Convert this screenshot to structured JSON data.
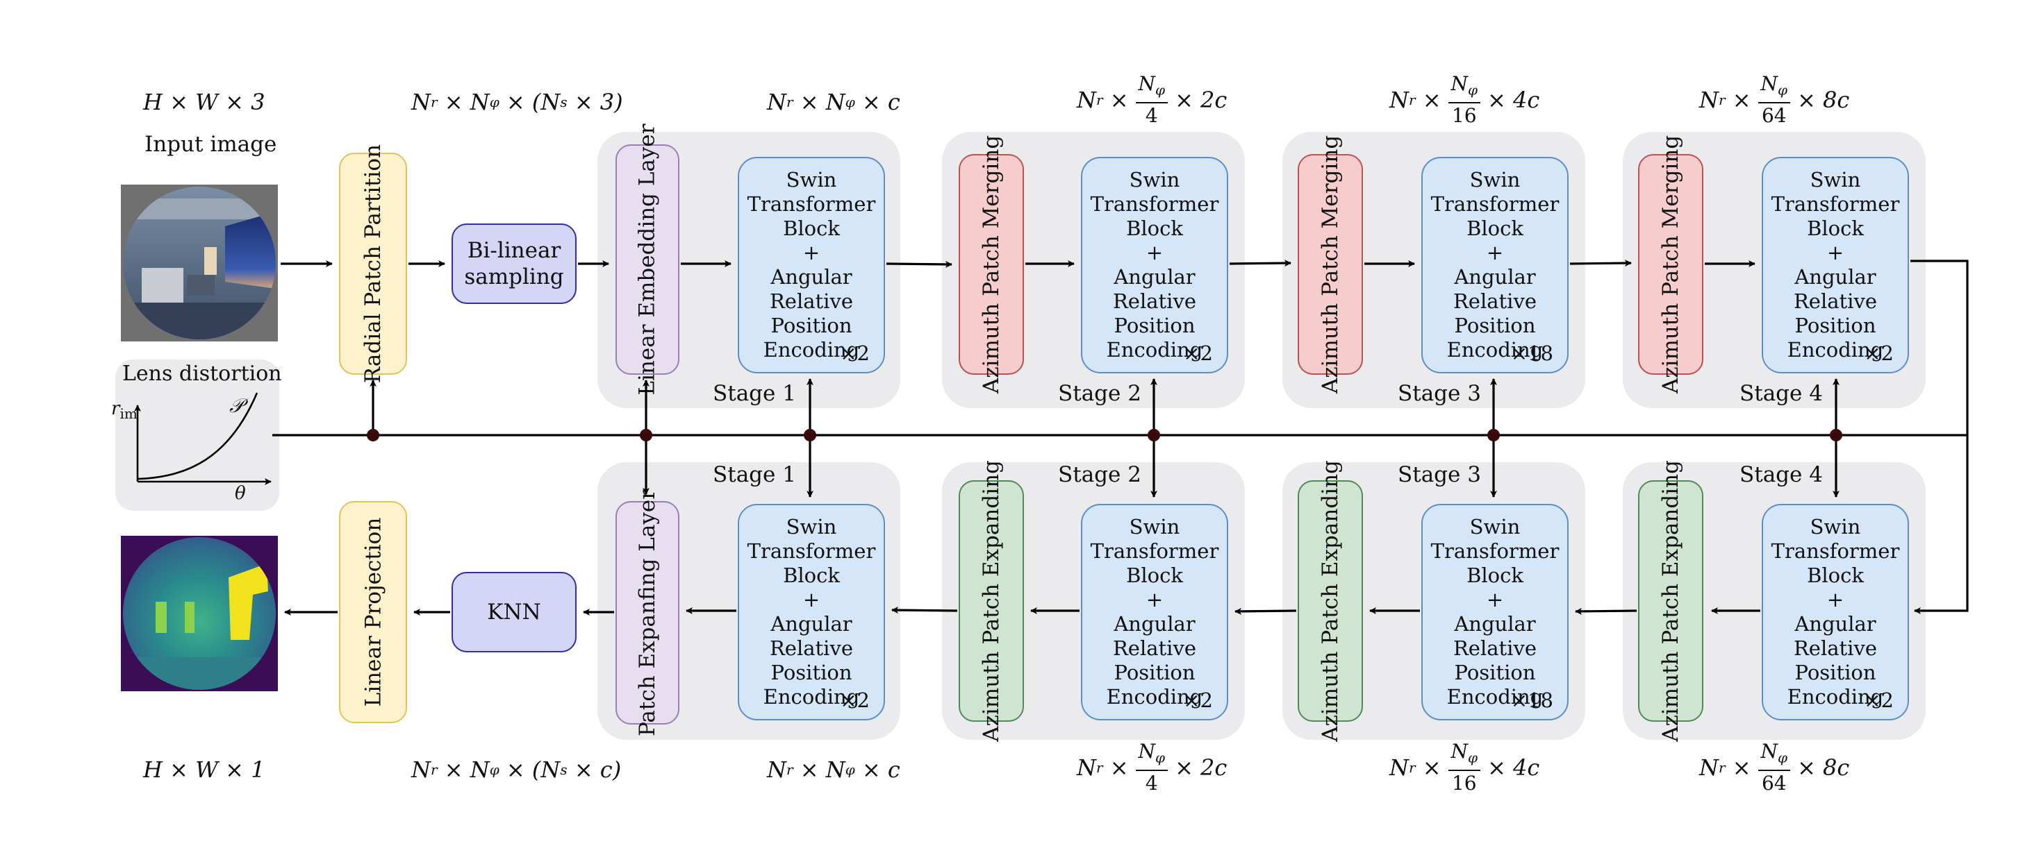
{
  "input": {
    "dims": "H × W × 3",
    "caption": "Input image"
  },
  "output": {
    "dims": "H × W × 1"
  },
  "lens": {
    "title": "Lens distortion",
    "y_axis": "r",
    "y_sub": "im",
    "x_axis": "θ",
    "curve_label": "𝒫"
  },
  "encoder": {
    "radial_patch_partition": "Radial Patch Partition",
    "bilinear_line1": "Bi-linear",
    "bilinear_line2": "sampling",
    "linear_embedding": "Linear Embedding Layer",
    "merging": "Azimuth Patch Merging"
  },
  "decoder": {
    "linear_projection": "Linear Projection",
    "knn": "KNN",
    "patch_expanding_layer": "Patch Expanfing Layer",
    "expanding": "Azimuth Patch Expanding"
  },
  "swin": {
    "line1": "Swin",
    "line2": "Transformer",
    "line3": "Block",
    "line4": "+",
    "line5": "Angular Relative",
    "line6": "Position",
    "line7": "Encoding"
  },
  "stages": {
    "s1": "Stage 1",
    "s2": "Stage 2",
    "s3": "Stage 3",
    "s4": "Stage 4"
  },
  "multipliers": {
    "s1": "×2",
    "s2": "×2",
    "s3": "×18",
    "s4": "×2"
  },
  "dims_top": {
    "partition": {
      "a": "N",
      "a_sub": "r",
      "b": "N",
      "b_sub": "φ",
      "c": "(N",
      "c_sub": "s",
      "tail": "× 3)"
    },
    "stage1": {
      "a": "N",
      "a_sub": "r",
      "b": "N",
      "b_sub": "φ",
      "tail": "c"
    },
    "stage2": {
      "a": "N",
      "a_sub": "r",
      "num": "N",
      "num_sub": "φ",
      "den": "4",
      "tail": "2c"
    },
    "stage3": {
      "a": "N",
      "a_sub": "r",
      "num": "N",
      "num_sub": "φ",
      "den": "16",
      "tail": "4c"
    },
    "stage4": {
      "a": "N",
      "a_sub": "r",
      "num": "N",
      "num_sub": "φ",
      "den": "64",
      "tail": "8c"
    }
  },
  "dims_bottom": {
    "partition": {
      "a": "N",
      "a_sub": "r",
      "b": "N",
      "b_sub": "φ",
      "c": "(N",
      "c_sub": "s",
      "tail": "× c)"
    },
    "stage1": {
      "a": "N",
      "a_sub": "r",
      "b": "N",
      "b_sub": "φ",
      "tail": "c"
    },
    "stage2": {
      "a": "N",
      "a_sub": "r",
      "num": "N",
      "num_sub": "φ",
      "den": "4",
      "tail": "2c"
    },
    "stage3": {
      "a": "N",
      "a_sub": "r",
      "num": "N",
      "num_sub": "φ",
      "den": "16",
      "tail": "4c"
    },
    "stage4": {
      "a": "N",
      "a_sub": "r",
      "num": "N",
      "num_sub": "φ",
      "den": "64",
      "tail": "8c"
    }
  },
  "colors": {
    "swin_fill": "#d6e6f9",
    "partition_fill": "#fdf2cc",
    "embedding_fill": "#e7def0",
    "merging_fill": "#f6cccc",
    "expanding_fill": "#cfe4d1",
    "bilinear_fill": "#d5d5f6",
    "stage_bg": "#ebebee",
    "junction": "#3a0a0a"
  }
}
